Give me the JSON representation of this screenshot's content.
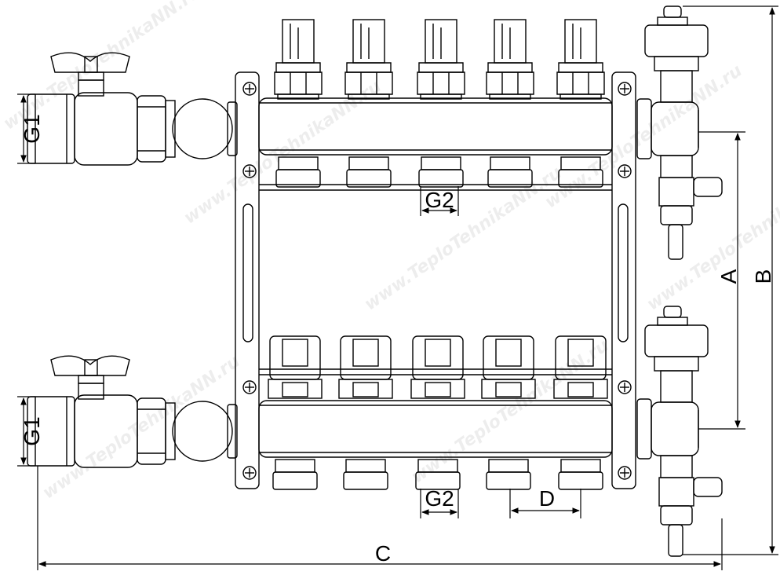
{
  "diagram": {
    "labels": {
      "g1_top": "G1",
      "g1_bottom": "G1",
      "g2_top": "G2",
      "g2_bottom": "G2",
      "dim_a": "A",
      "dim_b": "B",
      "dim_c": "C",
      "dim_d": "D"
    },
    "watermark_text": "www.TeploTehnikaNN.ru",
    "colors": {
      "stroke": "#000000",
      "background": "#ffffff",
      "watermark": "#d0d0d0"
    }
  }
}
